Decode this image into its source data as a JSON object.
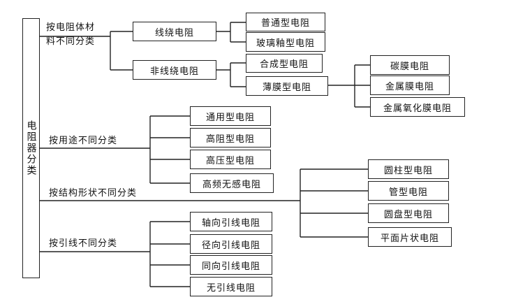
{
  "root": "电阻器分类",
  "categories": {
    "material": {
      "line1": "按电阻体材",
      "line2": "料不同分类"
    },
    "usage": "按用途不同分类",
    "structure": "按结构形状不同分类",
    "leads": "按引线不同分类"
  },
  "material_types": {
    "wirewound": "线绕电阻",
    "non_wirewound": "非线绕电阻"
  },
  "wirewound_items": [
    "普通型电阻",
    "玻璃釉型电阻"
  ],
  "non_wirewound_items": {
    "composite": "合成型电阻",
    "thin_film": "薄膜型电阻"
  },
  "thin_film_items": [
    "碳膜电阻",
    "金属膜电阻",
    "金属氧化膜电阻"
  ],
  "usage_items": [
    "通用型电阻",
    "高阻型电阻",
    "高压型电阻",
    "高频无感电阻"
  ],
  "structure_items": [
    "圆柱型电阻",
    "管型电阻",
    "圆盘型电阻",
    "平面片状电阻"
  ],
  "lead_items": [
    "轴向引线电阻",
    "径向引线电阻",
    "同向引线电阻",
    "无引线电阻"
  ]
}
